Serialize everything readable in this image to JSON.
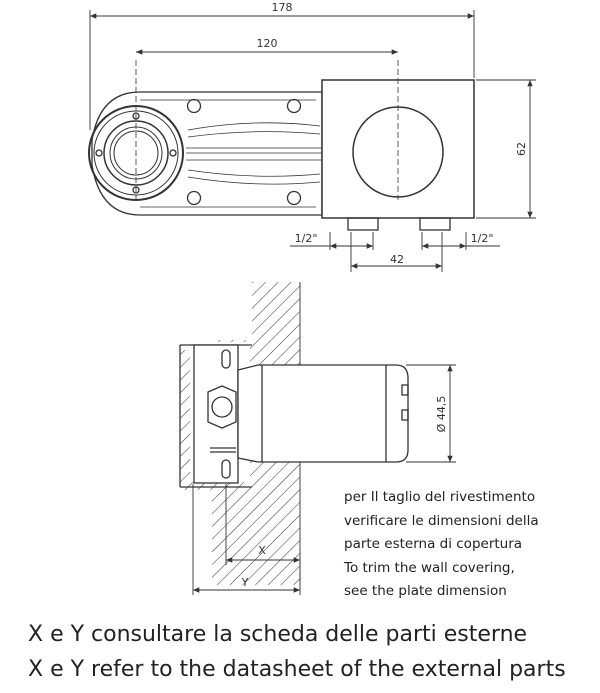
{
  "dimensions": {
    "overall_length": "178",
    "center_distance": "120",
    "height": "62",
    "outlet_spacing": "42",
    "thread_left": "1/2\"",
    "thread_right": "1/2\"",
    "diameter": "Ø 44,5",
    "x_label": "X",
    "y_label": "Y"
  },
  "note": {
    "lines": [
      "per Il taglio del rivestimento",
      "verificare le dimensioni della",
      "parte esterna di copertura",
      "To trim the wall covering,",
      "see the plate dimension"
    ]
  },
  "footer": {
    "italian": "X e Y consultare la scheda delle parti esterne",
    "english": "X e Y refer to the datasheet of the external parts"
  }
}
